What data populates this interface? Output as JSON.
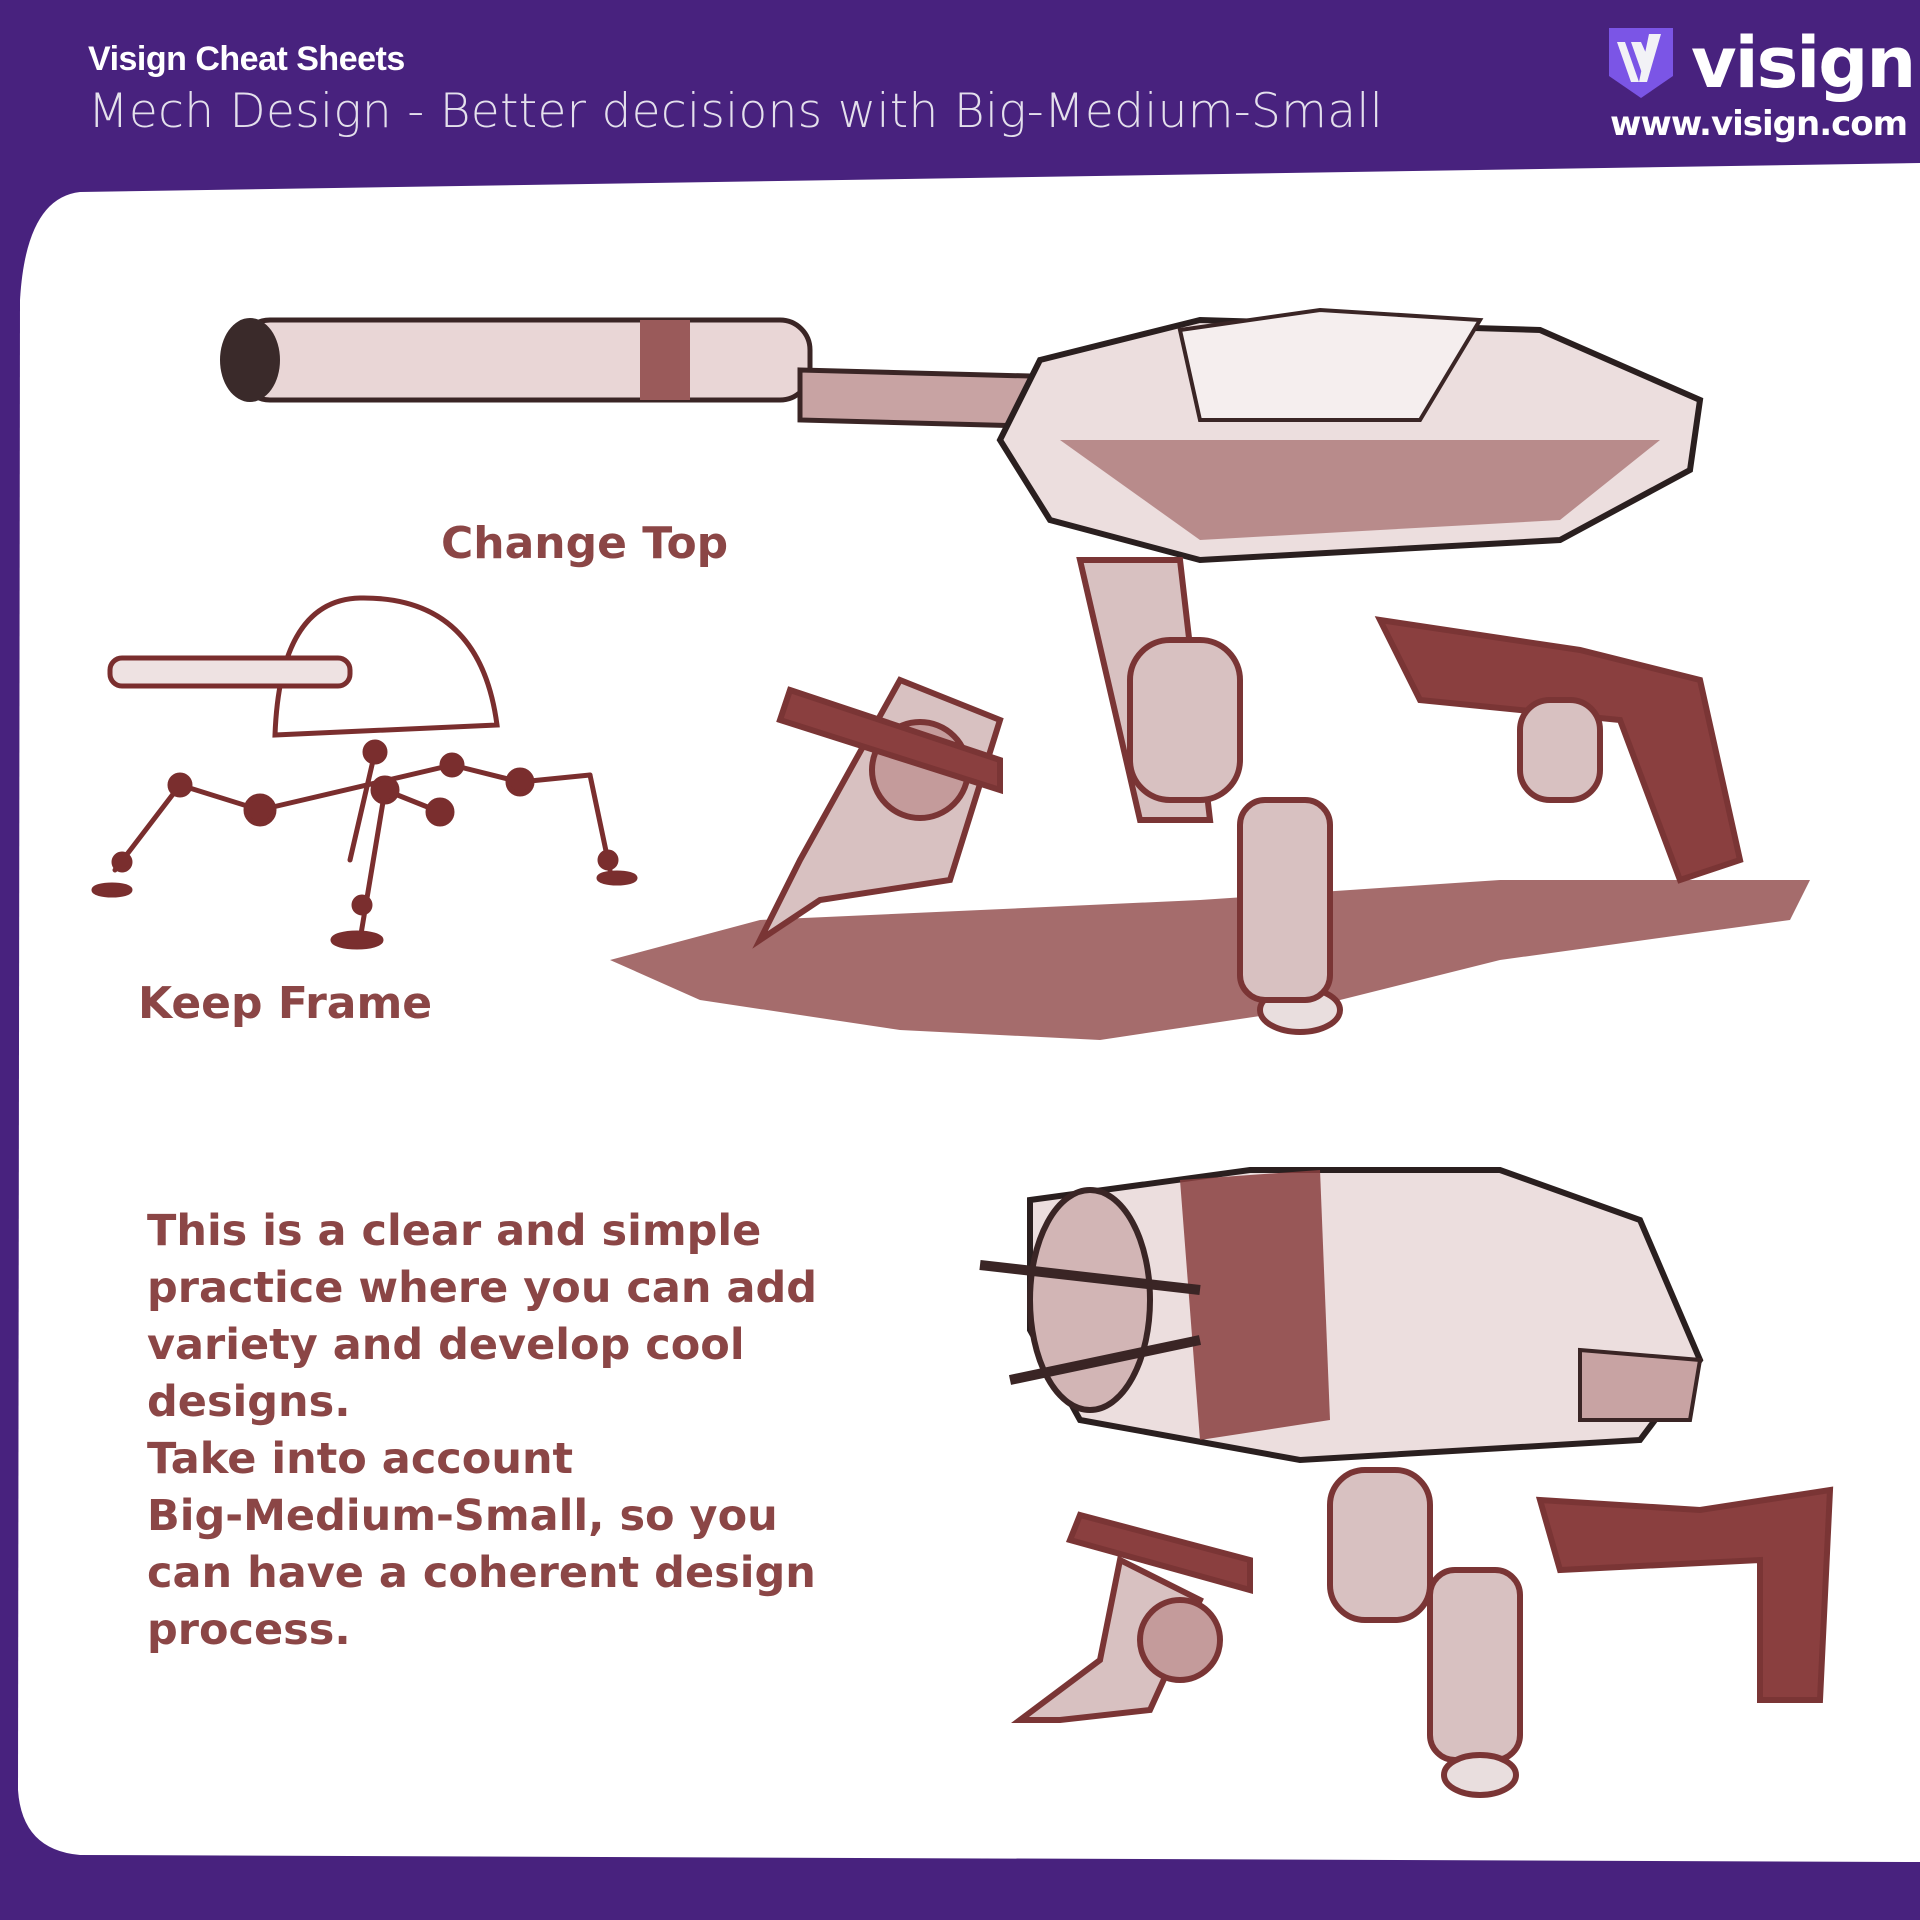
{
  "header": {
    "series": "Visign Cheat Sheets",
    "title": "Mech Design - Better decisions with Big-Medium-Small"
  },
  "brand": {
    "name": "visign",
    "url": "www.visign.com",
    "colors": {
      "purple": "#48227e",
      "shield": "#7b55e6",
      "ink": "#8b4646"
    }
  },
  "labels": {
    "change_top": "Change Top",
    "keep_frame": "Keep Frame"
  },
  "description": {
    "lines": [
      "This is a clear and simple",
      "practice where you can add",
      "variety and develop cool",
      "designs.",
      "Take into account",
      "Big-Medium-Small, so you",
      "can have a coherent design",
      "process."
    ]
  }
}
